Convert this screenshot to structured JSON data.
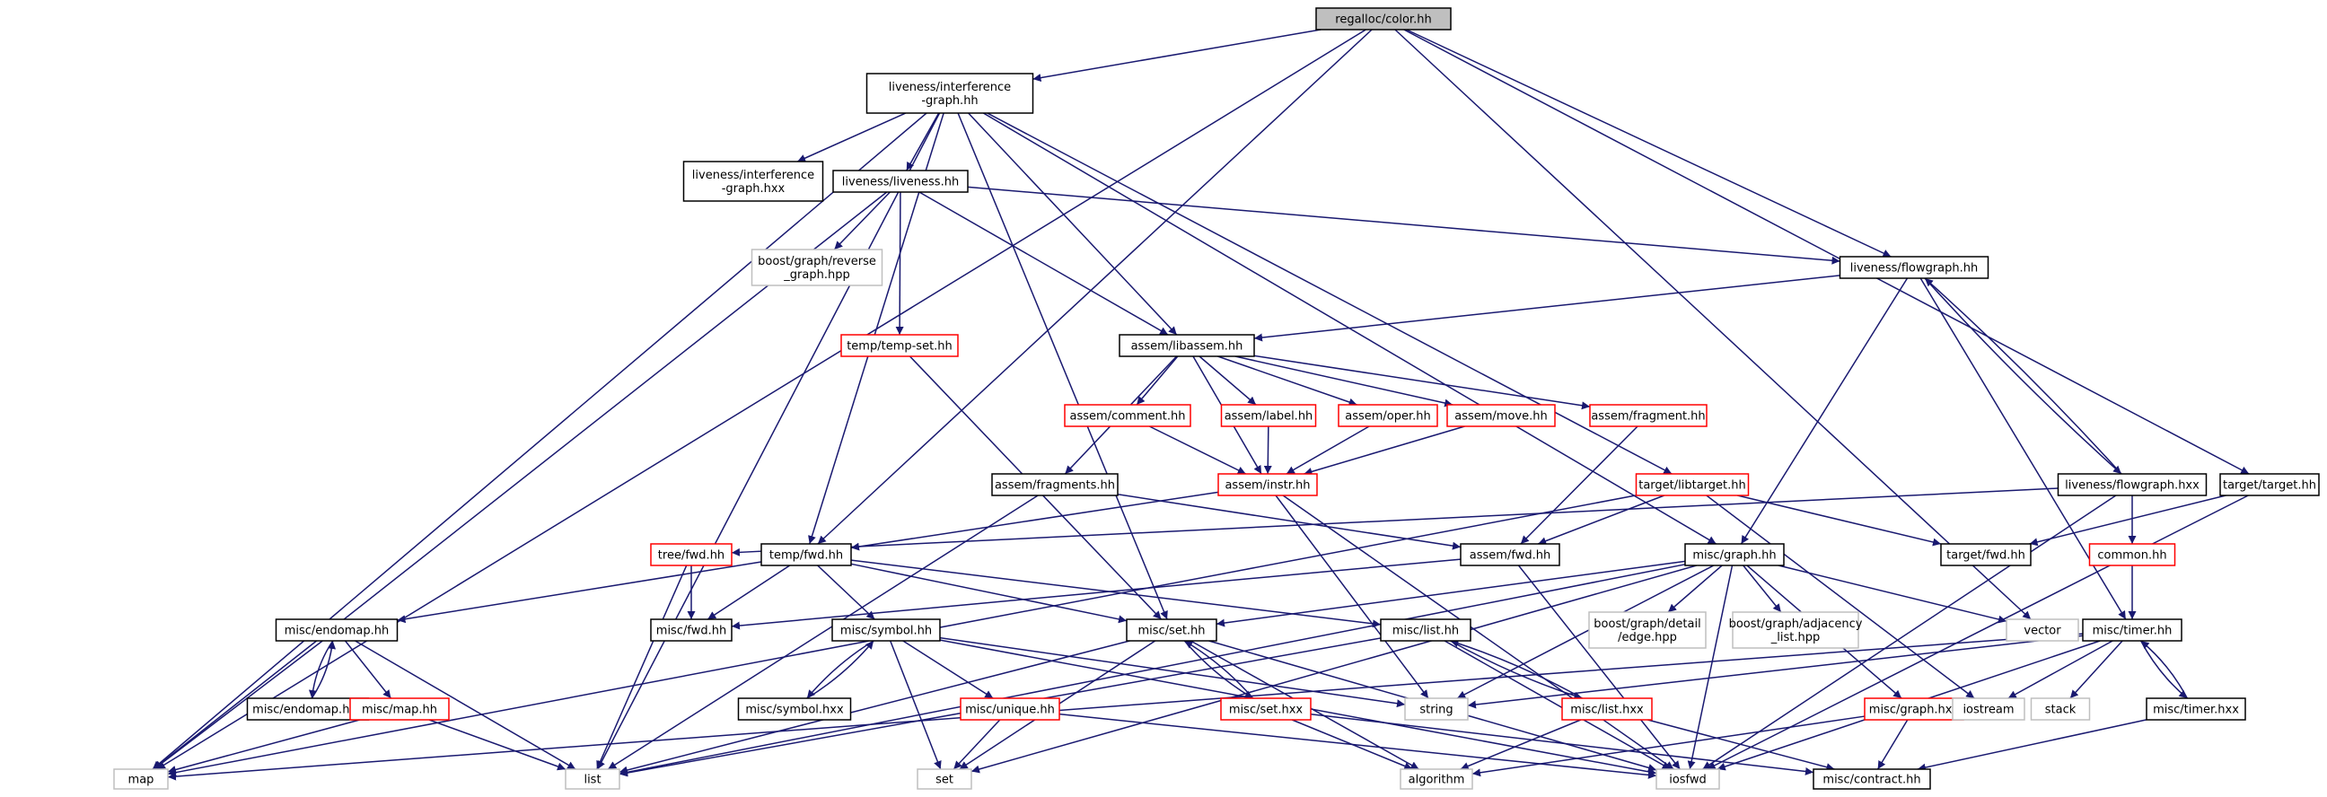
{
  "colors": {
    "edge": "#191970",
    "border_normal": "#000000",
    "border_incomplete": "#ff0000",
    "border_external": "#bfbfbf",
    "fill_root": "#bfbfbf",
    "fill_default": "#ffffff"
  },
  "nodes": [
    {
      "id": "color",
      "lines": [
        "regalloc/color.hh"
      ],
      "kind": "root"
    },
    {
      "id": "igraph",
      "lines": [
        "liveness/interference",
        "-graph.hh"
      ],
      "kind": "normal"
    },
    {
      "id": "igraphhxx",
      "lines": [
        "liveness/interference",
        "-graph.hxx"
      ],
      "kind": "normal"
    },
    {
      "id": "liveness",
      "lines": [
        "liveness/liveness.hh"
      ],
      "kind": "normal"
    },
    {
      "id": "revgraph",
      "lines": [
        "boost/graph/reverse",
        "_graph.hpp"
      ],
      "kind": "external"
    },
    {
      "id": "flowgraph",
      "lines": [
        "liveness/flowgraph.hh"
      ],
      "kind": "normal"
    },
    {
      "id": "tempset",
      "lines": [
        "temp/temp-set.hh"
      ],
      "kind": "incomplete"
    },
    {
      "id": "libassem",
      "lines": [
        "assem/libassem.hh"
      ],
      "kind": "normal"
    },
    {
      "id": "comment",
      "lines": [
        "assem/comment.hh"
      ],
      "kind": "incomplete"
    },
    {
      "id": "label",
      "lines": [
        "assem/label.hh"
      ],
      "kind": "incomplete"
    },
    {
      "id": "oper",
      "lines": [
        "assem/oper.hh"
      ],
      "kind": "incomplete"
    },
    {
      "id": "move",
      "lines": [
        "assem/move.hh"
      ],
      "kind": "incomplete"
    },
    {
      "id": "fragment",
      "lines": [
        "assem/fragment.hh"
      ],
      "kind": "incomplete"
    },
    {
      "id": "fragments",
      "lines": [
        "assem/fragments.hh"
      ],
      "kind": "normal"
    },
    {
      "id": "instr",
      "lines": [
        "assem/instr.hh"
      ],
      "kind": "incomplete"
    },
    {
      "id": "libtarget",
      "lines": [
        "target/libtarget.hh"
      ],
      "kind": "incomplete"
    },
    {
      "id": "flowgraphhxx",
      "lines": [
        "liveness/flowgraph.hxx"
      ],
      "kind": "normal"
    },
    {
      "id": "targettarget",
      "lines": [
        "target/target.hh"
      ],
      "kind": "normal"
    },
    {
      "id": "treefwd",
      "lines": [
        "tree/fwd.hh"
      ],
      "kind": "incomplete"
    },
    {
      "id": "tempfwd",
      "lines": [
        "temp/fwd.hh"
      ],
      "kind": "normal"
    },
    {
      "id": "assemfwd",
      "lines": [
        "assem/fwd.hh"
      ],
      "kind": "normal"
    },
    {
      "id": "miscgraph",
      "lines": [
        "misc/graph.hh"
      ],
      "kind": "normal"
    },
    {
      "id": "targetfwd",
      "lines": [
        "target/fwd.hh"
      ],
      "kind": "normal"
    },
    {
      "id": "common",
      "lines": [
        "common.hh"
      ],
      "kind": "incomplete"
    },
    {
      "id": "endomap",
      "lines": [
        "misc/endomap.hh"
      ],
      "kind": "normal"
    },
    {
      "id": "miscfwd",
      "lines": [
        "misc/fwd.hh"
      ],
      "kind": "normal"
    },
    {
      "id": "symbol",
      "lines": [
        "misc/symbol.hh"
      ],
      "kind": "normal"
    },
    {
      "id": "miscset",
      "lines": [
        "misc/set.hh"
      ],
      "kind": "normal"
    },
    {
      "id": "misclist",
      "lines": [
        "misc/list.hh"
      ],
      "kind": "normal"
    },
    {
      "id": "edgehpp",
      "lines": [
        "boost/graph/detail",
        "/edge.hpp"
      ],
      "kind": "external"
    },
    {
      "id": "adjlist",
      "lines": [
        "boost/graph/adjacency",
        "_list.hpp"
      ],
      "kind": "external"
    },
    {
      "id": "vector",
      "lines": [
        "vector"
      ],
      "kind": "external"
    },
    {
      "id": "timer",
      "lines": [
        "misc/timer.hh"
      ],
      "kind": "normal"
    },
    {
      "id": "endomaphxx",
      "lines": [
        "misc/endomap.hxx"
      ],
      "kind": "normal"
    },
    {
      "id": "mapmisc",
      "lines": [
        "misc/map.hh"
      ],
      "kind": "incomplete"
    },
    {
      "id": "symbolhxx",
      "lines": [
        "misc/symbol.hxx"
      ],
      "kind": "normal"
    },
    {
      "id": "unique",
      "lines": [
        "misc/unique.hh"
      ],
      "kind": "incomplete"
    },
    {
      "id": "sethxx",
      "lines": [
        "misc/set.hxx"
      ],
      "kind": "incomplete"
    },
    {
      "id": "string",
      "lines": [
        "string"
      ],
      "kind": "external"
    },
    {
      "id": "listhxx",
      "lines": [
        "misc/list.hxx"
      ],
      "kind": "incomplete"
    },
    {
      "id": "graphhxx",
      "lines": [
        "misc/graph.hxx"
      ],
      "kind": "incomplete"
    },
    {
      "id": "iostream",
      "lines": [
        "iostream"
      ],
      "kind": "external"
    },
    {
      "id": "stack",
      "lines": [
        "stack"
      ],
      "kind": "external"
    },
    {
      "id": "timerhxx",
      "lines": [
        "misc/timer.hxx"
      ],
      "kind": "normal"
    },
    {
      "id": "map",
      "lines": [
        "map"
      ],
      "kind": "external"
    },
    {
      "id": "list",
      "lines": [
        "list"
      ],
      "kind": "external"
    },
    {
      "id": "set",
      "lines": [
        "set"
      ],
      "kind": "external"
    },
    {
      "id": "algorithm",
      "lines": [
        "algorithm"
      ],
      "kind": "external"
    },
    {
      "id": "iosfwd",
      "lines": [
        "iosfwd"
      ],
      "kind": "external"
    },
    {
      "id": "contract",
      "lines": [
        "misc/contract.hh"
      ],
      "kind": "normal"
    }
  ],
  "edges": [
    [
      "color",
      "igraph"
    ],
    [
      "color",
      "map"
    ],
    [
      "color",
      "tempfwd"
    ],
    [
      "color",
      "flowgraph"
    ],
    [
      "color",
      "targettarget"
    ],
    [
      "color",
      "vector"
    ],
    [
      "igraph",
      "igraphhxx"
    ],
    [
      "igraph",
      "liveness"
    ],
    [
      "igraph",
      "libassem"
    ],
    [
      "igraph",
      "miscgraph"
    ],
    [
      "igraph",
      "libtarget"
    ],
    [
      "igraph",
      "tempfwd"
    ],
    [
      "igraph",
      "miscset"
    ],
    [
      "igraph",
      "map"
    ],
    [
      "igraph",
      "list"
    ],
    [
      "liveness",
      "revgraph"
    ],
    [
      "liveness",
      "tempset"
    ],
    [
      "liveness",
      "libassem"
    ],
    [
      "liveness",
      "flowgraph"
    ],
    [
      "liveness",
      "map"
    ],
    [
      "flowgraph",
      "libassem"
    ],
    [
      "flowgraph",
      "flowgraphhxx"
    ],
    [
      "flowgraph",
      "miscgraph"
    ],
    [
      "flowgraph",
      "timer"
    ],
    [
      "flowgraphhxx",
      "flowgraph"
    ],
    [
      "flowgraphhxx",
      "common"
    ],
    [
      "flowgraphhxx",
      "treefwd"
    ],
    [
      "flowgraphhxx",
      "iosfwd"
    ],
    [
      "tempset",
      "miscset"
    ],
    [
      "libassem",
      "fragments"
    ],
    [
      "libassem",
      "comment"
    ],
    [
      "libassem",
      "label"
    ],
    [
      "libassem",
      "oper"
    ],
    [
      "libassem",
      "move"
    ],
    [
      "libassem",
      "fragment"
    ],
    [
      "libassem",
      "instr"
    ],
    [
      "comment",
      "instr"
    ],
    [
      "label",
      "instr"
    ],
    [
      "oper",
      "instr"
    ],
    [
      "move",
      "instr"
    ],
    [
      "fragment",
      "assemfwd"
    ],
    [
      "fragments",
      "assemfwd"
    ],
    [
      "fragments",
      "list"
    ],
    [
      "instr",
      "tempfwd"
    ],
    [
      "instr",
      "string"
    ],
    [
      "instr",
      "iosfwd"
    ],
    [
      "libtarget",
      "assemfwd"
    ],
    [
      "libtarget",
      "targetfwd"
    ],
    [
      "libtarget",
      "iostream"
    ],
    [
      "libtarget",
      "map"
    ],
    [
      "targettarget",
      "targetfwd"
    ],
    [
      "targettarget",
      "iosfwd"
    ],
    [
      "treefwd",
      "miscfwd"
    ],
    [
      "treefwd",
      "list"
    ],
    [
      "tempfwd",
      "miscfwd"
    ],
    [
      "tempfwd",
      "endomap"
    ],
    [
      "tempfwd",
      "symbol"
    ],
    [
      "tempfwd",
      "miscset"
    ],
    [
      "tempfwd",
      "misclist"
    ],
    [
      "assemfwd",
      "miscfwd"
    ],
    [
      "assemfwd",
      "iosfwd"
    ],
    [
      "miscgraph",
      "miscset"
    ],
    [
      "miscgraph",
      "edgehpp"
    ],
    [
      "miscgraph",
      "adjlist"
    ],
    [
      "miscgraph",
      "vector"
    ],
    [
      "miscgraph",
      "graphhxx"
    ],
    [
      "miscgraph",
      "string"
    ],
    [
      "miscgraph",
      "iosfwd"
    ],
    [
      "miscgraph",
      "list"
    ],
    [
      "miscgraph",
      "set"
    ],
    [
      "common",
      "timer"
    ],
    [
      "endomap",
      "endomaphxx"
    ],
    [
      "endomap",
      "mapmisc"
    ],
    [
      "endomap",
      "map"
    ],
    [
      "endomap",
      "list"
    ],
    [
      "endomaphxx",
      "endomap"
    ],
    [
      "mapmisc",
      "map"
    ],
    [
      "mapmisc",
      "list"
    ],
    [
      "symbol",
      "symbolhxx"
    ],
    [
      "symbol",
      "unique"
    ],
    [
      "symbol",
      "set"
    ],
    [
      "symbol",
      "string"
    ],
    [
      "symbol",
      "iosfwd"
    ],
    [
      "symbolhxx",
      "symbol"
    ],
    [
      "unique",
      "set"
    ],
    [
      "unique",
      "iosfwd"
    ],
    [
      "miscset",
      "sethxx"
    ],
    [
      "miscset",
      "set"
    ],
    [
      "miscset",
      "algorithm"
    ],
    [
      "miscset",
      "list"
    ],
    [
      "miscset",
      "iosfwd"
    ],
    [
      "sethxx",
      "miscset"
    ],
    [
      "sethxx",
      "algorithm"
    ],
    [
      "sethxx",
      "contract"
    ],
    [
      "misclist",
      "listhxx"
    ],
    [
      "misclist",
      "list"
    ],
    [
      "misclist",
      "iosfwd"
    ],
    [
      "listhxx",
      "misclist"
    ],
    [
      "listhxx",
      "algorithm"
    ],
    [
      "listhxx",
      "contract"
    ],
    [
      "graphhxx",
      "algorithm"
    ],
    [
      "graphhxx",
      "contract"
    ],
    [
      "timer",
      "timerhxx"
    ],
    [
      "timer",
      "iostream"
    ],
    [
      "timer",
      "stack"
    ],
    [
      "timer",
      "string"
    ],
    [
      "timer",
      "map"
    ],
    [
      "timer",
      "iosfwd"
    ],
    [
      "timerhxx",
      "timer"
    ],
    [
      "timerhxx",
      "contract"
    ]
  ]
}
